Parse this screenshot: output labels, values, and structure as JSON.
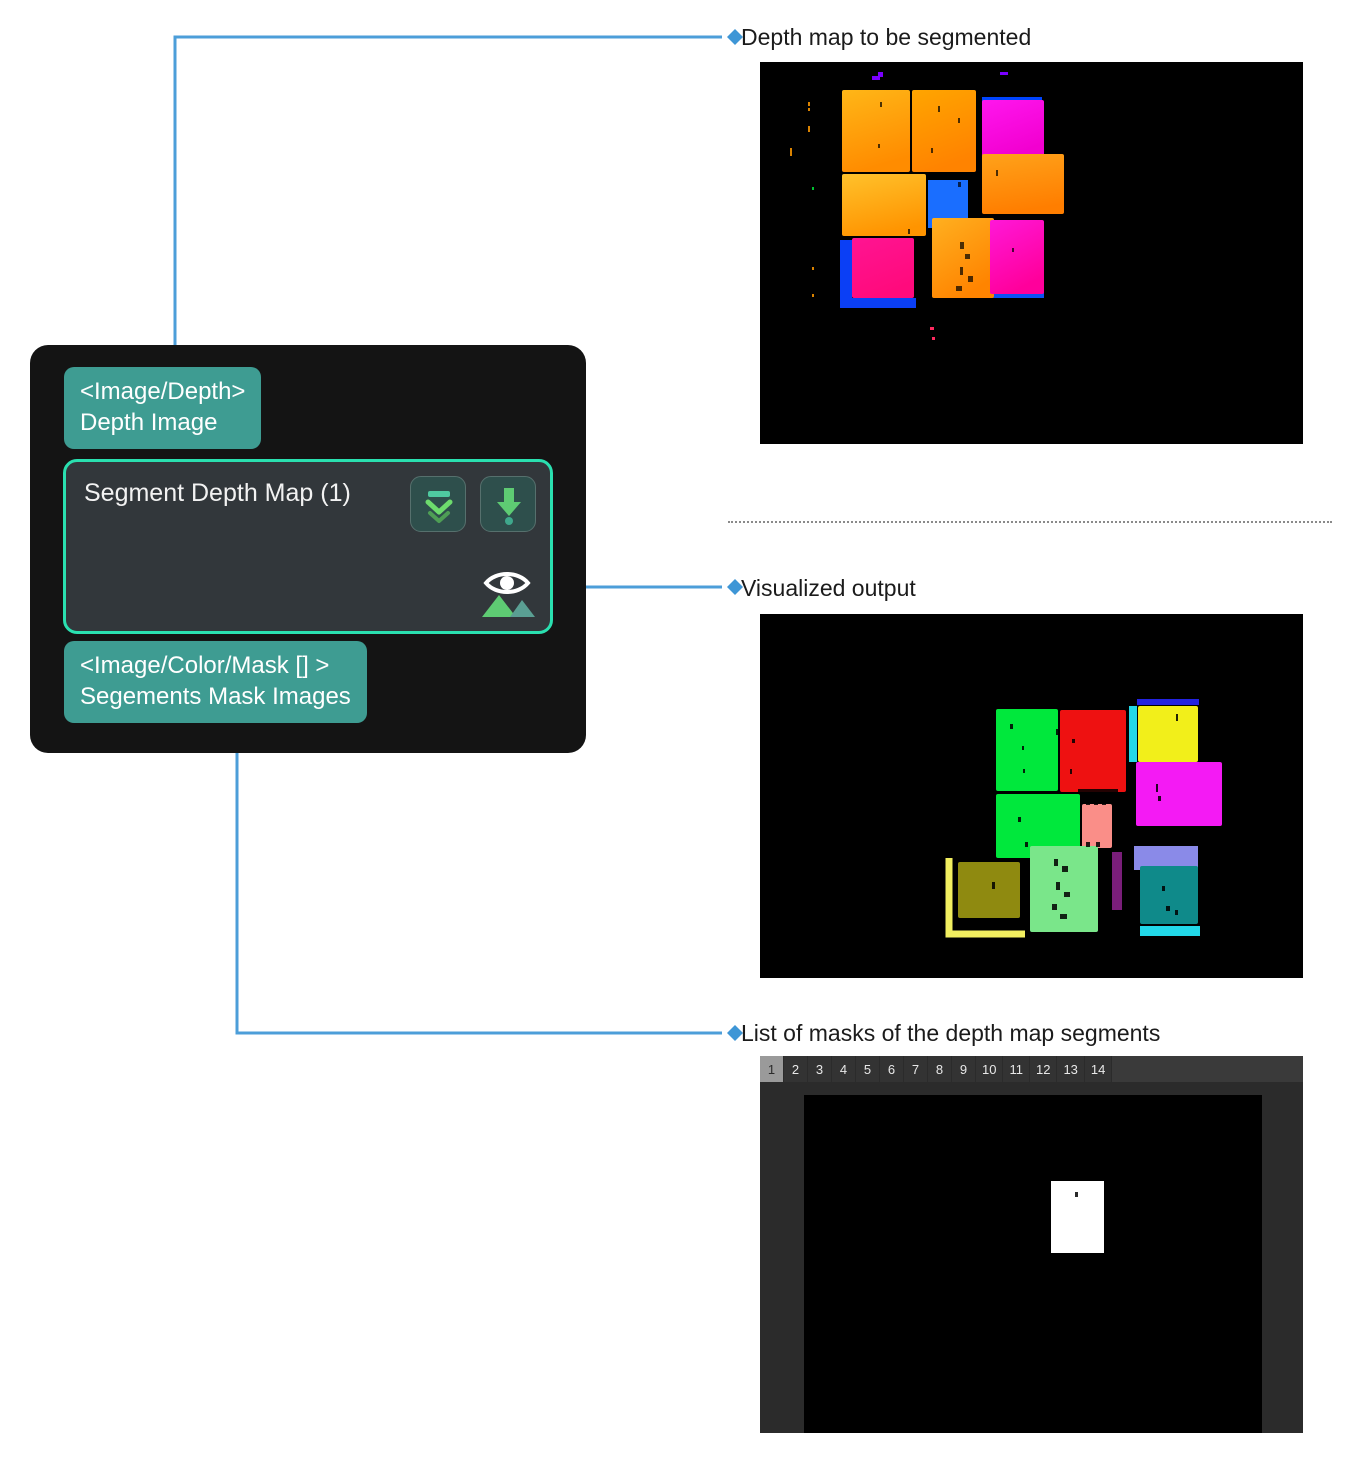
{
  "annotations": [
    {
      "id": "depth-map",
      "text": "Depth map to be segmented"
    },
    {
      "id": "visualized-output",
      "text": "Visualized output"
    },
    {
      "id": "mask-list",
      "text": "List of masks of the depth map segments"
    }
  ],
  "node": {
    "title": "Segment Depth Map (1)",
    "input_port": {
      "type": "<Image/Depth>",
      "name": "Depth Image"
    },
    "output_port": {
      "type": "<Image/Color/Mask [] >",
      "name": "Segements Mask Images"
    },
    "buttons": [
      {
        "id": "collapse",
        "icon": "collapse-chevrons-icon",
        "label": "Collapse"
      },
      {
        "id": "download",
        "icon": "download-arrow-icon",
        "label": "Download"
      }
    ],
    "visualize_icon": "eye-image-preview-icon",
    "colors": {
      "node_background": "#141414",
      "body_background": "#32373b",
      "body_border": "#2ae0b0",
      "port_background": "#3e9c92",
      "port_text": "#ffffff",
      "title_text": "#f2f2f2",
      "button_background": "#2e4f4c",
      "button_border": "#56706d",
      "icon_green": "#5ecb73",
      "wire": "#4c9ed9"
    }
  },
  "mask_viewer": {
    "tabs": [
      "1",
      "2",
      "3",
      "4",
      "5",
      "6",
      "7",
      "8",
      "9",
      "10",
      "11",
      "12",
      "13",
      "14"
    ],
    "active_tab": "1",
    "background": "#2b2b2b",
    "canvas_background": "#000000",
    "mask_color": "#ffffff"
  },
  "panels": {
    "depth_map": {
      "background": "#000000",
      "palette": [
        "#ff9900",
        "#ffab1a",
        "#ff00d0",
        "#ff1493",
        "#1a6eff",
        "#0044ff"
      ],
      "description": "Colorized depth map of stacked boxes"
    },
    "visualized_output": {
      "background": "#000000",
      "segment_colors": [
        "#00e83c",
        "#ee1111",
        "#f2ef1a",
        "#f41af4",
        "#00e83c",
        "#fa8e88",
        "#8f8a10",
        "#7ae68a",
        "#0f8a8a",
        "#8a8ae8",
        "#7a1e7a",
        "#f2ef60",
        "#22d8e8",
        "#2323e0"
      ],
      "description": "Each depth segment rendered in a distinct mask color"
    }
  },
  "wires": {
    "color": "#4c9ed9",
    "width": 3,
    "marker": "diamond"
  }
}
